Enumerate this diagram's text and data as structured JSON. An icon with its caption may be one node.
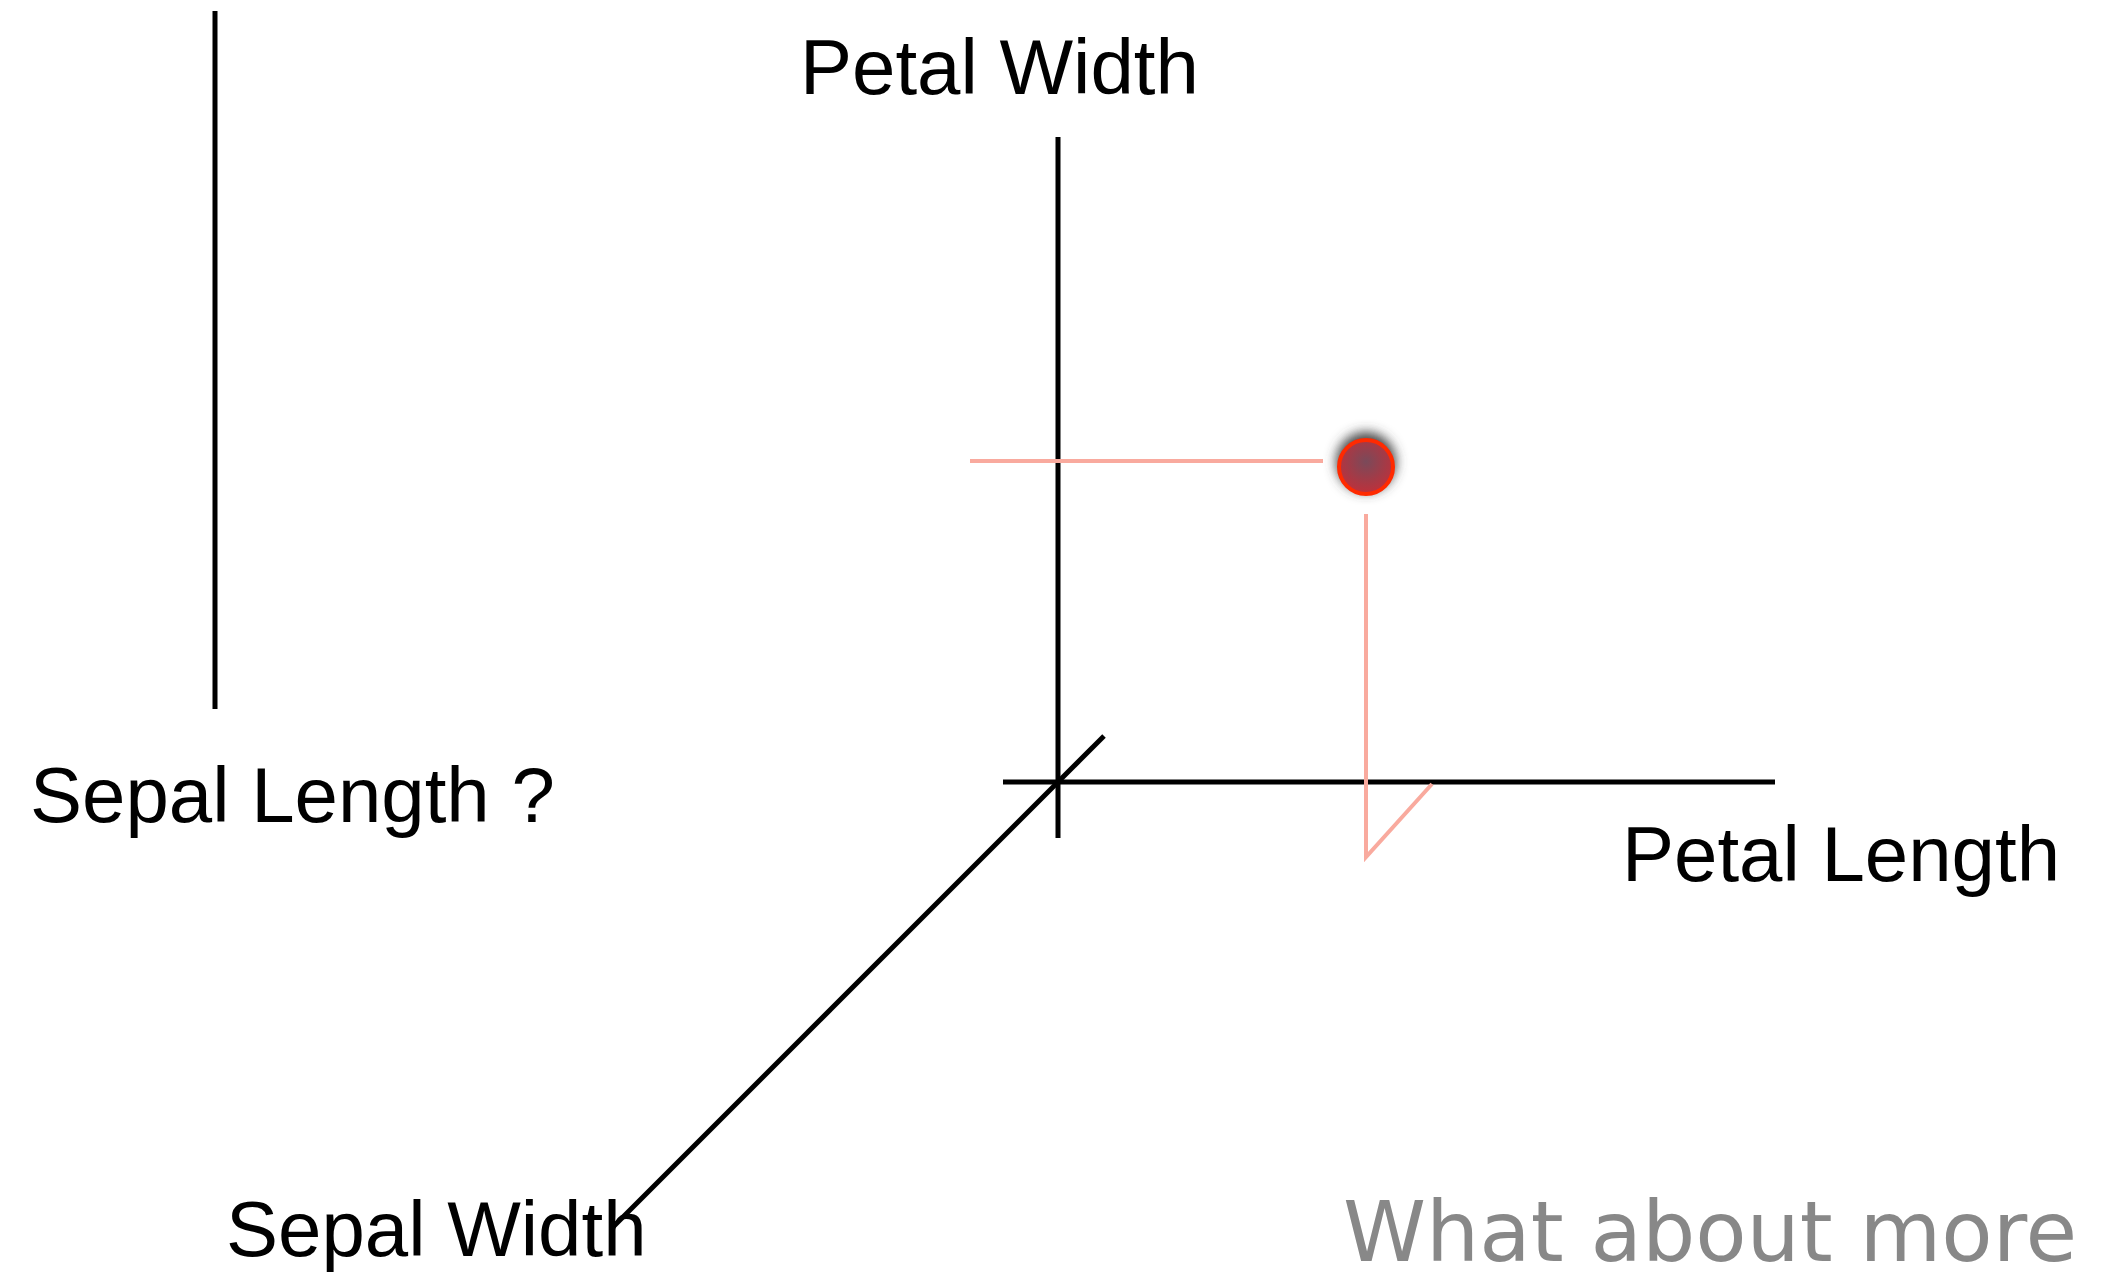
{
  "diagram": {
    "labels": [
      "Petal Width",
      "Sepal Length ?",
      "Petal Length",
      "Sepal Width",
      "What about more"
    ]
  }
}
